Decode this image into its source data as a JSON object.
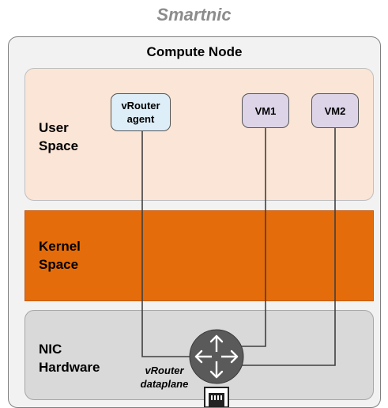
{
  "title": "Smartnic",
  "compute_node": {
    "label": "Compute Node"
  },
  "layers": {
    "user_space": "User\nSpace",
    "kernel_space": "Kernel\nSpace",
    "nic_hardware": "NIC\nHardware"
  },
  "components": {
    "vrouter_agent": "vRouter\nagent",
    "vm1": "VM1",
    "vm2": "VM2",
    "vrouter_dataplane": "vRouter\ndataplane"
  },
  "icons": {
    "router": "router-icon",
    "port": "ethernet-port-icon"
  },
  "colors": {
    "user_space": "#fbe5d6",
    "kernel_space": "#e46c0a",
    "nic_hardware": "#d9d9d9",
    "agent_box": "#ddeef8",
    "vm_box": "#ddd4e8",
    "router": "#5a5a5a"
  }
}
